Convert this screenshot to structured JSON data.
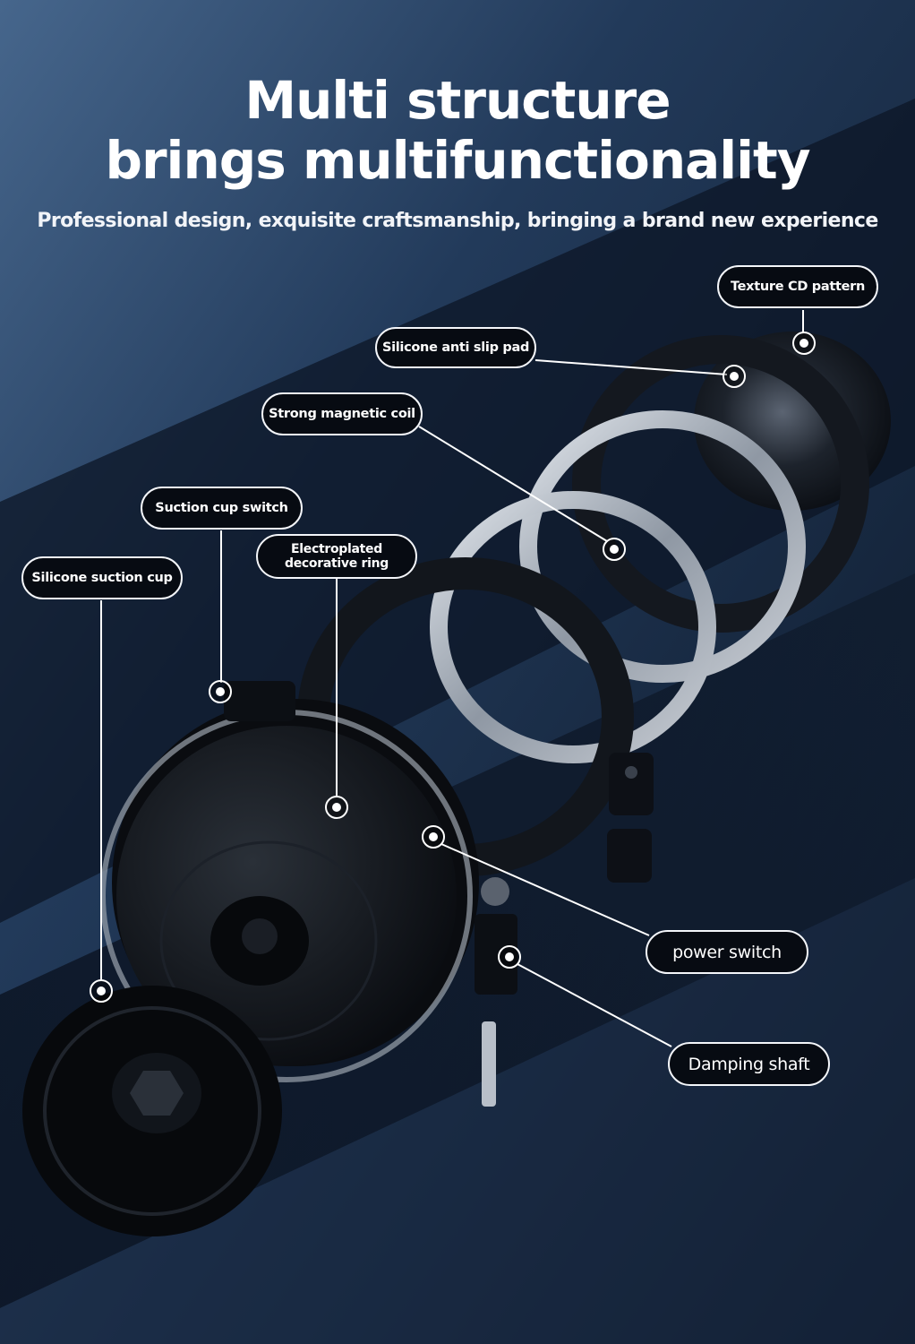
{
  "header": {
    "title_line1": "Multi structure",
    "title_line2": "brings multifunctionality",
    "subtitle": "Professional design, exquisite craftsmanship, bringing a brand new experience"
  },
  "callouts": {
    "texture_cd_pattern": "Texture CD pattern",
    "silicone_anti_slip_pad": "Silicone anti slip pad",
    "strong_magnetic_coil": "Strong magnetic coil",
    "suction_cup_switch": "Suction cup switch",
    "electroplated_decorative_ring": "Electroplated decorative ring",
    "silicone_suction_cup": "Silicone suction cup",
    "power_switch": "power switch",
    "damping_shaft": "Damping shaft"
  },
  "colors": {
    "background_dark": "#0f1c30",
    "label_fill": "#070b12",
    "label_border": "#f4f6fa",
    "text": "#ffffff"
  }
}
